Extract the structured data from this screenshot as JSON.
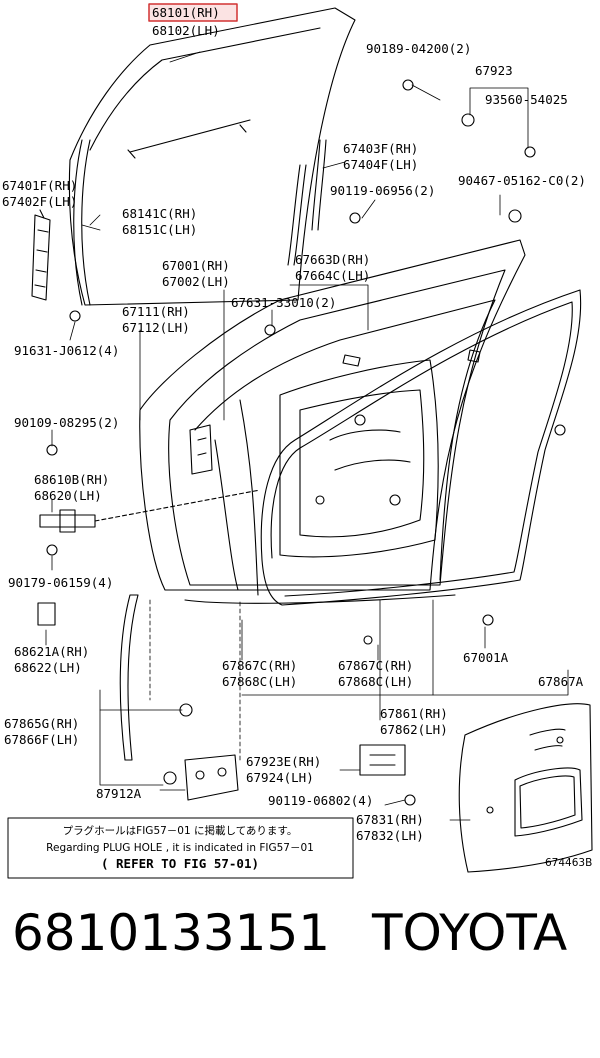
{
  "diagram": {
    "labels": [
      {
        "id": "p68101",
        "text": "68101(RH)",
        "highlight": true
      },
      {
        "id": "p68102",
        "text": "68102(LH)"
      },
      {
        "id": "p90189",
        "text": "90189-04200(2)"
      },
      {
        "id": "p67923",
        "text": "67923"
      },
      {
        "id": "p93560",
        "text": "93560-54025"
      },
      {
        "id": "p67403",
        "text": "67403F(RH)"
      },
      {
        "id": "p67404",
        "text": "67404F(LH)"
      },
      {
        "id": "p90467",
        "text": "90467-05162-C0(2)"
      },
      {
        "id": "p90119a",
        "text": "90119-06956(2)"
      },
      {
        "id": "p67401",
        "text": "67401F(RH)"
      },
      {
        "id": "p67402",
        "text": "67402F(LH)"
      },
      {
        "id": "p68141",
        "text": "68141C(RH)"
      },
      {
        "id": "p68151",
        "text": "68151C(LH)"
      },
      {
        "id": "p67663",
        "text": "67663D(RH)"
      },
      {
        "id": "p67664",
        "text": "67664C(LH)"
      },
      {
        "id": "p67001",
        "text": "67001(RH)"
      },
      {
        "id": "p67002",
        "text": "67002(LH)"
      },
      {
        "id": "p67631",
        "text": "67631-33010(2)"
      },
      {
        "id": "p67111",
        "text": "67111(RH)"
      },
      {
        "id": "p67112",
        "text": "67112(LH)"
      },
      {
        "id": "p91631",
        "text": "91631-J0612(4)"
      },
      {
        "id": "p90109",
        "text": "90109-08295(2)"
      },
      {
        "id": "p68610",
        "text": "68610B(RH)"
      },
      {
        "id": "p68620",
        "text": "68620(LH)"
      },
      {
        "id": "p90179",
        "text": "90179-06159(4)"
      },
      {
        "id": "p68621",
        "text": "68621A(RH)"
      },
      {
        "id": "p68622",
        "text": "68622(LH)"
      },
      {
        "id": "p67001A",
        "text": "67001A"
      },
      {
        "id": "p67867a",
        "text": "67867C(RH)"
      },
      {
        "id": "p67868a",
        "text": "67868C(LH)"
      },
      {
        "id": "p67867b",
        "text": "67867C(RH)"
      },
      {
        "id": "p67868b",
        "text": "67868C(LH)"
      },
      {
        "id": "p67867A",
        "text": "67867A"
      },
      {
        "id": "p67865",
        "text": "67865G(RH)"
      },
      {
        "id": "p67866",
        "text": "67866F(LH)"
      },
      {
        "id": "p67861",
        "text": "67861(RH)"
      },
      {
        "id": "p67862",
        "text": "67862(LH)"
      },
      {
        "id": "p67923E",
        "text": "67923E(RH)"
      },
      {
        "id": "p67924",
        "text": "67924(LH)"
      },
      {
        "id": "p87912",
        "text": "87912A"
      },
      {
        "id": "p90119b",
        "text": "90119-06802(4)"
      },
      {
        "id": "p67831",
        "text": "67831(RH)"
      },
      {
        "id": "p67832",
        "text": "67832(LH)"
      },
      {
        "id": "fig",
        "text": "674463B"
      }
    ],
    "note": {
      "line1": "プラグホールはFIG57－01 に掲載してあります。",
      "line2": "Regarding PLUG HOLE , it is indicated in FIG57－01",
      "line3": "(  REFER TO FIG 57-01)"
    }
  },
  "footer": {
    "part_number": "6810133151",
    "brand": "TOYOTA"
  }
}
